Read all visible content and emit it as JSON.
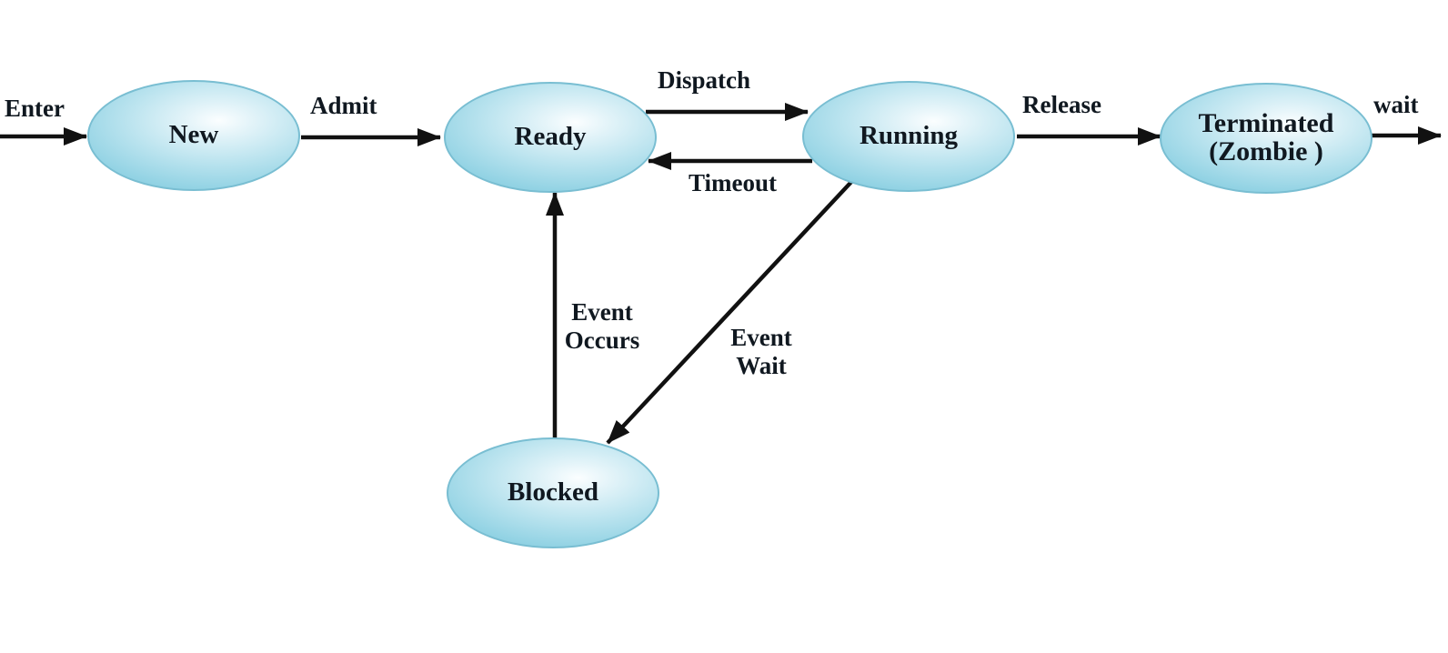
{
  "diagram": {
    "kind": "process-state-diagram"
  },
  "nodes": [
    {
      "id": "new",
      "label": "New"
    },
    {
      "id": "ready",
      "label": "Ready"
    },
    {
      "id": "running",
      "label": "Running"
    },
    {
      "id": "terminated",
      "label": "Terminated",
      "sublabel": "(Zombie )"
    },
    {
      "id": "blocked",
      "label": "Blocked"
    }
  ],
  "edges": [
    {
      "id": "enter",
      "label": "Enter",
      "from": "outside",
      "to": "new"
    },
    {
      "id": "admit",
      "label": "Admit",
      "from": "new",
      "to": "ready"
    },
    {
      "id": "dispatch",
      "label": "Dispatch",
      "from": "ready",
      "to": "running"
    },
    {
      "id": "timeout",
      "label": "Timeout",
      "from": "running",
      "to": "ready"
    },
    {
      "id": "release",
      "label": "Release",
      "from": "running",
      "to": "terminated"
    },
    {
      "id": "wait",
      "label": "wait",
      "from": "terminated",
      "to": "outside"
    },
    {
      "id": "event-occurs",
      "label": "Event",
      "label2": "Occurs",
      "from": "blocked",
      "to": "ready"
    },
    {
      "id": "event-wait",
      "label": "Event",
      "label2": "Wait",
      "from": "running",
      "to": "blocked"
    }
  ],
  "colors": {
    "background": "#ffffff",
    "arrow": "#111111",
    "text": "#101820",
    "node_border": "#79bed2",
    "node_edge": "#7cc7da",
    "node_mid": "#bce4ef",
    "node_highlight": "#fbfeff"
  }
}
